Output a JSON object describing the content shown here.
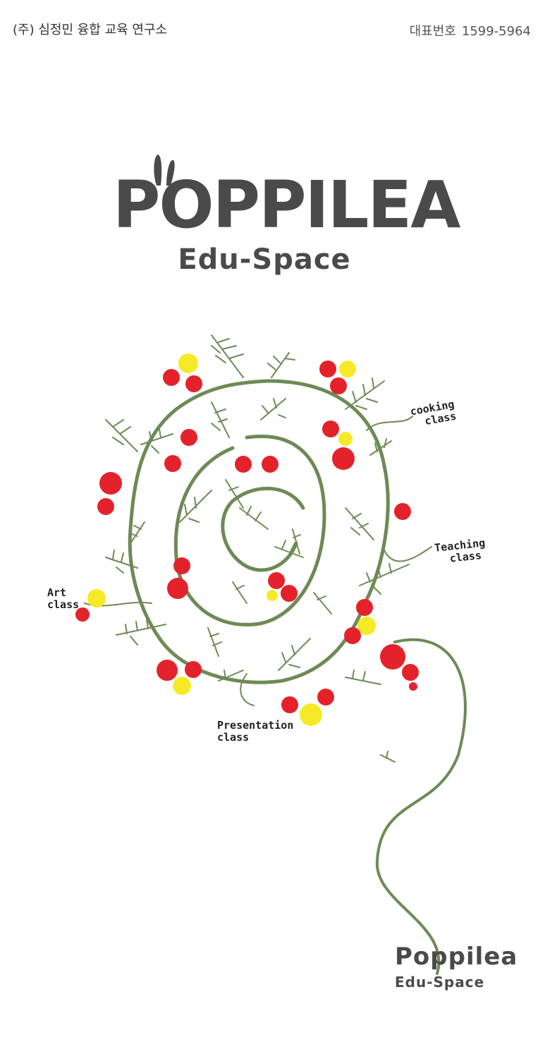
{
  "header": {
    "company": "(주) 심정민 융합 교육 연구소",
    "phone_label": "대표번호",
    "phone_number": "1599-5964"
  },
  "logo": {
    "title": "POPPILEA",
    "subtitle": "Edu-Space"
  },
  "wreath": {
    "labels": {
      "cooking": [
        "cooking",
        "class"
      ],
      "teaching": [
        "Teaching",
        "class"
      ],
      "art": [
        "Art",
        "class"
      ],
      "presentation": [
        "Presentation",
        "class"
      ]
    }
  },
  "footer": {
    "title": "Poppilea",
    "subtitle": "Edu-Space"
  },
  "colors": {
    "vine": "#6e8a55",
    "berry_red": "#e4222b",
    "berry_yellow": "#f6ea28",
    "logo_gray": "#4a4a4a"
  }
}
